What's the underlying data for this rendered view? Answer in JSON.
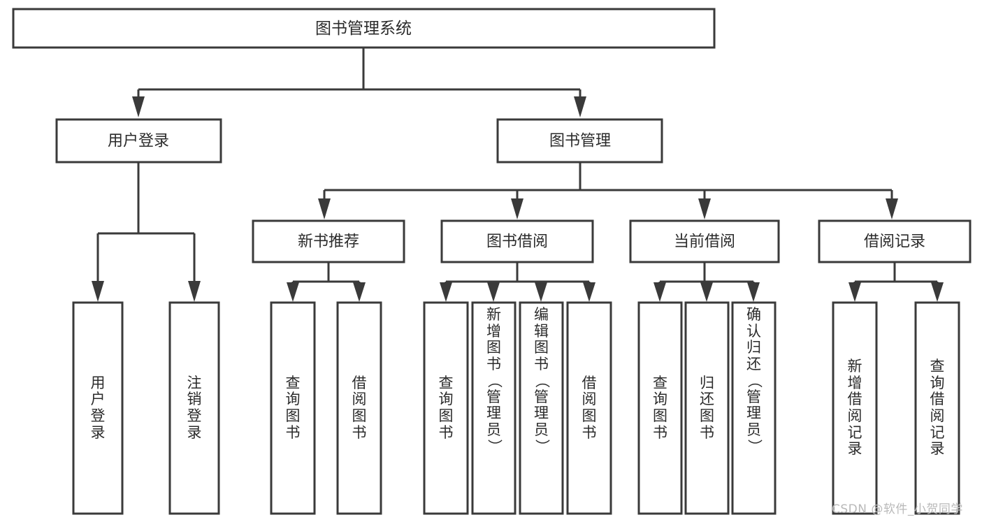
{
  "diagram": {
    "type": "tree",
    "title": "图书管理系统",
    "orientation": "top-down",
    "colors": {
      "stroke": "#3a3a3a",
      "fill": "#ffffff",
      "text": "#2b2b2b",
      "watermark": "#b9b9b9"
    },
    "root": {
      "id": "root",
      "label": "图书管理系统"
    },
    "level2": [
      {
        "id": "user-login",
        "label": "用户登录"
      },
      {
        "id": "book-manage",
        "label": "图书管理"
      }
    ],
    "level3": [
      {
        "id": "new-book-rec",
        "label": "新书推荐",
        "parent": "book-manage"
      },
      {
        "id": "book-borrow",
        "label": "图书借阅",
        "parent": "book-manage"
      },
      {
        "id": "current-borrow",
        "label": "当前借阅",
        "parent": "book-manage"
      },
      {
        "id": "borrow-record",
        "label": "借阅记录",
        "parent": "book-manage"
      }
    ],
    "leaves": [
      {
        "id": "leaf-user-login",
        "label": "用户登录",
        "parent": "user-login"
      },
      {
        "id": "leaf-logout",
        "label": "注销登录",
        "parent": "user-login"
      },
      {
        "id": "leaf-query-book-1",
        "label": "查询图书",
        "parent": "new-book-rec"
      },
      {
        "id": "leaf-borrow-book-1",
        "label": "借阅图书",
        "parent": "new-book-rec"
      },
      {
        "id": "leaf-query-book-2",
        "label": "查询图书",
        "parent": "book-borrow"
      },
      {
        "id": "leaf-add-book",
        "label": "新增图书（管理员）",
        "parent": "book-borrow"
      },
      {
        "id": "leaf-edit-book",
        "label": "编辑图书（管理员）",
        "parent": "book-borrow"
      },
      {
        "id": "leaf-borrow-book-2",
        "label": "借阅图书",
        "parent": "book-borrow"
      },
      {
        "id": "leaf-query-book-3",
        "label": "查询图书",
        "parent": "current-borrow"
      },
      {
        "id": "leaf-return-book",
        "label": "归还图书",
        "parent": "current-borrow"
      },
      {
        "id": "leaf-confirm-return",
        "label": "确认归还（管理员）",
        "parent": "current-borrow"
      },
      {
        "id": "leaf-add-record",
        "label": "新增借阅记录",
        "parent": "borrow-record"
      },
      {
        "id": "leaf-query-record",
        "label": "查询借阅记录",
        "parent": "borrow-record"
      }
    ]
  },
  "watermark": {
    "text": "CSDN @软件_小贺同学"
  }
}
